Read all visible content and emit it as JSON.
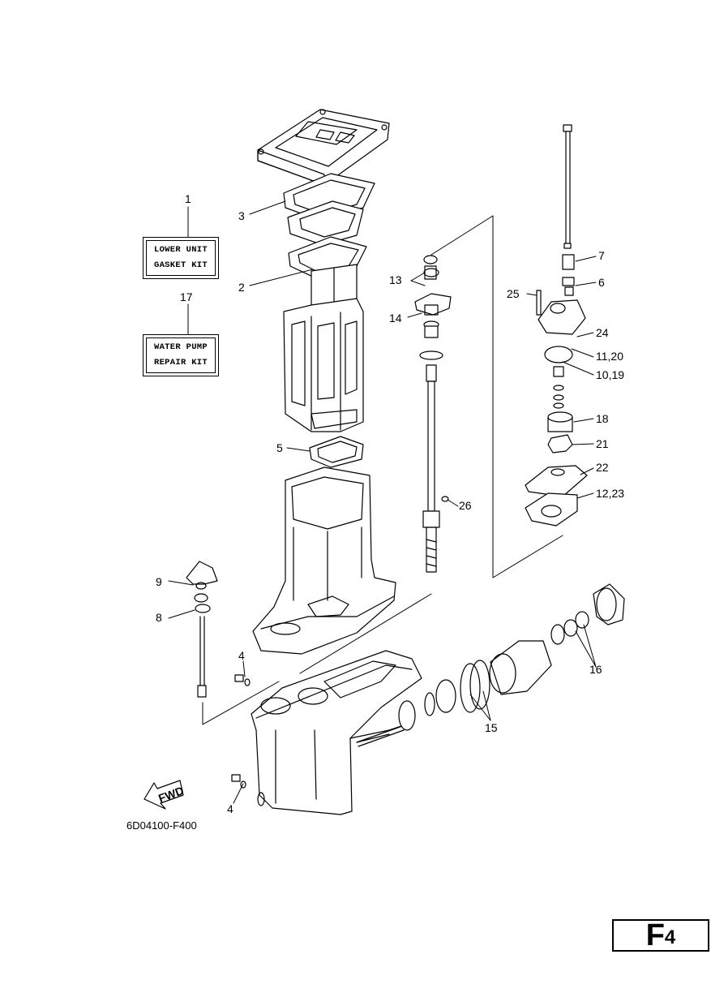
{
  "kits": {
    "gasket": {
      "number": "1",
      "line1": "LOWER UNIT",
      "line2": "GASKET KIT"
    },
    "water_pump": {
      "number": "17",
      "line1": "WATER PUMP",
      "line2": "REPAIR KIT"
    }
  },
  "callouts": {
    "c2": "2",
    "c3": "3",
    "c4a": "4",
    "c4b": "4",
    "c5": "5",
    "c6": "6",
    "c7": "7",
    "c8": "8",
    "c9": "9",
    "c10_19": "10,19",
    "c11_20": "11,20",
    "c12_23": "12,23",
    "c13": "13",
    "c14": "14",
    "c15": "15",
    "c16": "16",
    "c18": "18",
    "c21": "21",
    "c22": "22",
    "c24": "24",
    "c25": "25",
    "c26": "26"
  },
  "fwd_label": "FWD",
  "diagram_code": "6D04100-F400",
  "page_tag": {
    "letter": "F",
    "number": "4"
  }
}
